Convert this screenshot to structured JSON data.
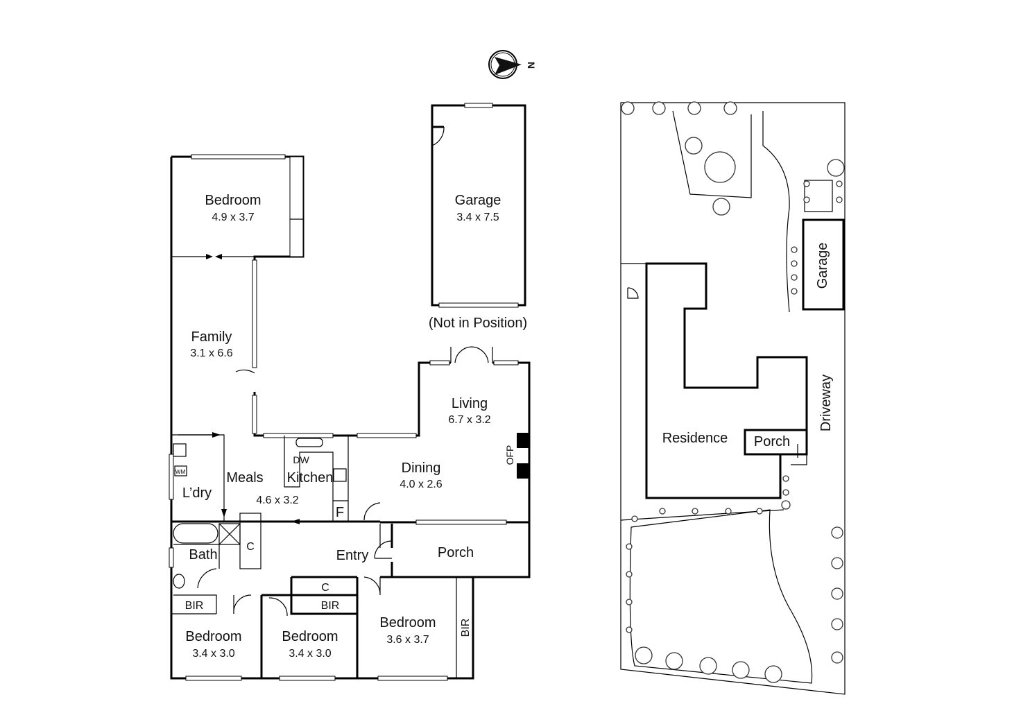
{
  "compass": {
    "label": "N"
  },
  "floor_plan": {
    "rooms": [
      {
        "name": "Bedroom",
        "size": "4.9 x 3.7"
      },
      {
        "name": "Garage",
        "size": "3.4 x 7.5"
      },
      {
        "name": "Family",
        "size": "3.1 x 6.6"
      },
      {
        "name": "Living",
        "size": "6.7 x 3.2"
      },
      {
        "name": "Dining",
        "size": "4.0 x 2.6"
      },
      {
        "name": "Meals",
        "size": "4.6 x 3.2"
      },
      {
        "name": "Kitchen",
        "size": ""
      },
      {
        "name": "Bedroom",
        "size": "3.4 x 3.0"
      },
      {
        "name": "Bedroom",
        "size": "3.4 x 3.0"
      },
      {
        "name": "Bedroom",
        "size": "3.6 x 3.7"
      }
    ],
    "garage_note": "(Not in Position)",
    "labels": {
      "ofp": "OFP",
      "dw": "DW",
      "f": "F",
      "wm": "WM",
      "laundry": "L’dry",
      "bath": "Bath",
      "c1": "C",
      "c2": "C",
      "entry": "Entry",
      "porch": "Porch",
      "bir1": "BIR",
      "bir2": "BIR",
      "bir3": "BIR"
    }
  },
  "site_plan": {
    "garage": "Garage",
    "residence": "Residence",
    "porch": "Porch",
    "driveway": "Driveway"
  }
}
